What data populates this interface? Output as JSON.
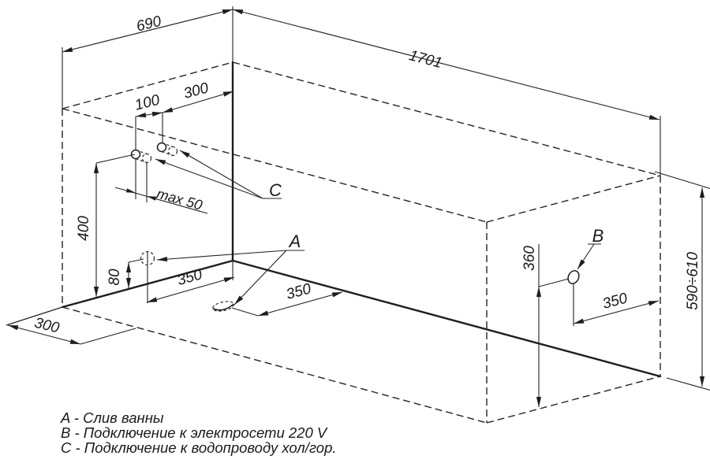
{
  "diagram": {
    "type": "bathtub installation dimensional drawing",
    "colors": {
      "line": "#1e1e1e",
      "background": "#ffffff"
    },
    "dims": {
      "width": "690",
      "length": "1701",
      "c_offset_from_corner": "300",
      "c_pair_spacing": "100",
      "c_protrusion": "max 50",
      "c_height": "400",
      "a_height": "80",
      "a_offset": "350",
      "a_floor_offset": "350",
      "service_clearance": "300",
      "b_height": "360",
      "b_offset": "350",
      "overall_height": "590÷610"
    },
    "point_labels": {
      "a": "A",
      "b": "B",
      "c": "C"
    },
    "legend": [
      "A - Слив ванны",
      "B - Подключение к электросети 220 V",
      "C - Подключение к водопроводу хол/гор."
    ]
  }
}
